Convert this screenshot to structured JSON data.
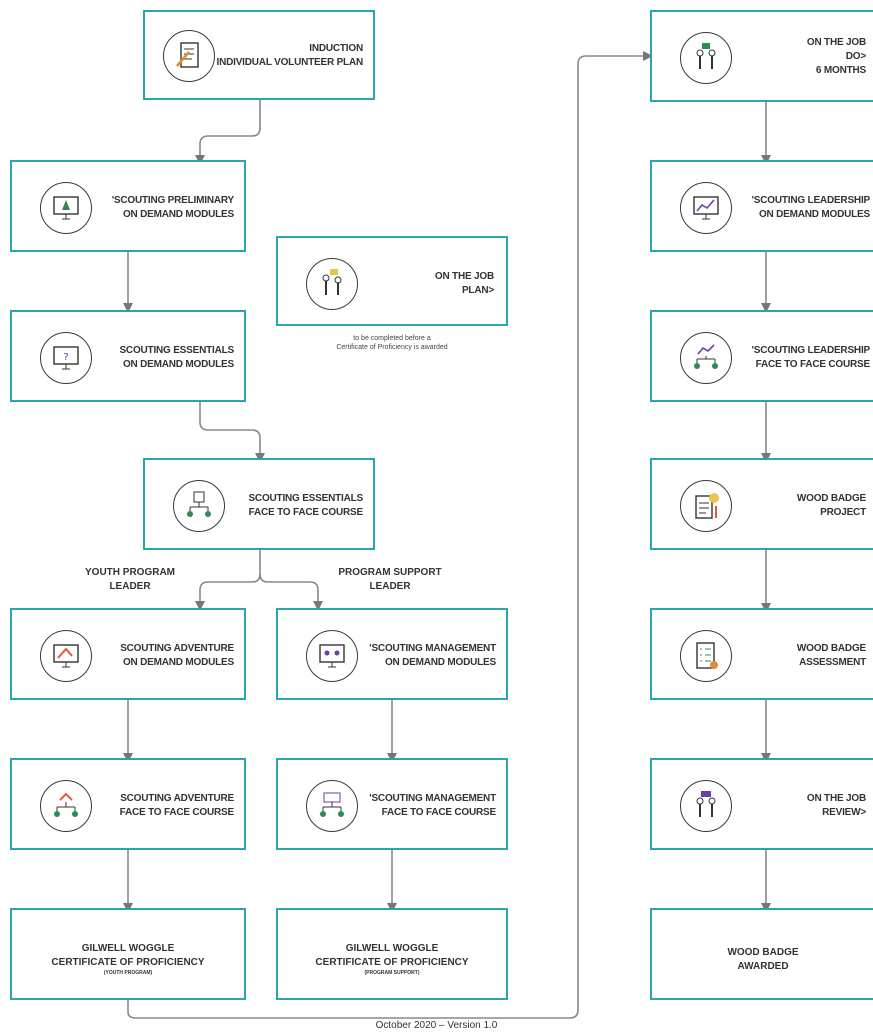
{
  "boxes": {
    "induction": [
      "INDUCTION",
      "INDIVIDUAL VOLUNTEER PLAN"
    ],
    "preliminary": [
      "'SCOUTING PRELIMINARY",
      "ON DEMAND MODULES"
    ],
    "on_job_plan": [
      "ON THE JOB",
      "PLAN>"
    ],
    "essentials_odm": [
      "SCOUTING ESSENTIALS",
      "ON DEMAND MODULES"
    ],
    "essentials_f2f": [
      "SCOUTING ESSENTIALS",
      "FACE TO FACE COURSE"
    ],
    "adventure_odm": [
      "SCOUTING ADVENTURE",
      "ON DEMAND MODULES"
    ],
    "management_odm": [
      "'SCOUTING MANAGEMENT",
      "ON DEMAND MODULES"
    ],
    "adventure_f2f": [
      "SCOUTING ADVENTURE",
      "FACE TO FACE COURSE"
    ],
    "management_f2f": [
      "'SCOUTING MANAGEMENT",
      "FACE TO FACE COURSE"
    ],
    "woggle_youth": [
      "GILWELL WOGGLE",
      "CERTIFICATE OF PROFICIENCY",
      "(YOUTH PROGRAM)"
    ],
    "woggle_support": [
      "GILWELL WOGGLE",
      "CERTIFICATE OF PROFICIENCY",
      "(PROGRAM SUPPORT)"
    ],
    "on_job_do": [
      "ON THE JOB",
      "DO>",
      "6 MONTHS"
    ],
    "leadership_odm": [
      "'SCOUTING LEADERSHIP",
      "ON DEMAND MODULES"
    ],
    "leadership_f2f": [
      "'SCOUTING LEADERSHIP",
      "FACE TO FACE COURSE"
    ],
    "wb_project": [
      "WOOD BADGE",
      "PROJECT"
    ],
    "wb_assessment": [
      "WOOD BADGE",
      "ASSESSMENT"
    ],
    "on_job_review": [
      "ON THE JOB",
      "REVIEW>"
    ],
    "wb_awarded": [
      "WOOD BADGE",
      "AWARDED"
    ]
  },
  "branches": {
    "youth": [
      "YOUTH PROGRAM",
      "LEADER"
    ],
    "support": [
      "PROGRAM SUPPORT",
      "LEADER"
    ]
  },
  "note": [
    "to be completed before a",
    "Certificate of Proficiency is awarded"
  ],
  "footer": "October 2020 – Version 1.0",
  "colors": {
    "border": "#2aa5a9",
    "connector": "#777777"
  }
}
